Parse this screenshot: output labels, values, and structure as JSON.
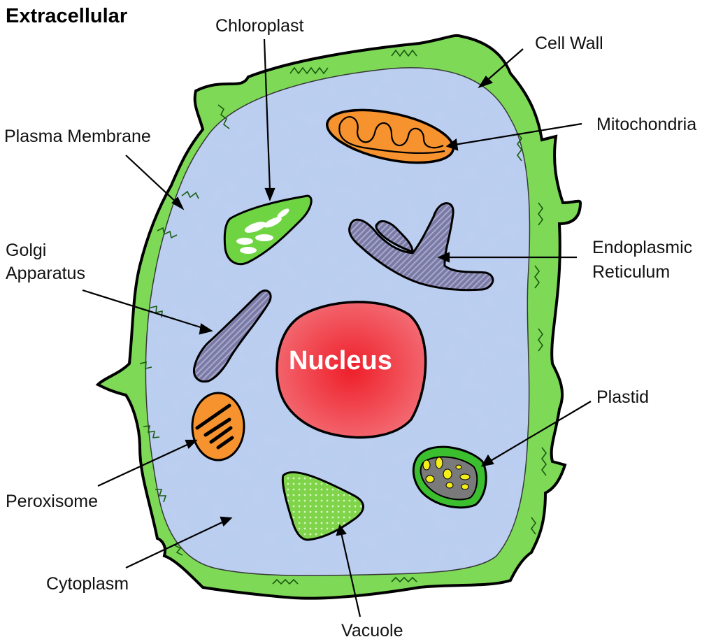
{
  "title": "Extracellular",
  "labels": {
    "chloroplast": "Chloroplast",
    "cell_wall": "Cell Wall",
    "plasma_membrane": "Plasma Membrane",
    "mitochondria": "Mitochondria",
    "golgi_line1": "Golgi",
    "golgi_line2": "Apparatus",
    "er_line1": "Endoplasmic",
    "er_line2": "Reticulum",
    "nucleus": "Nucleus",
    "plastid": "Plastid",
    "peroxisome": "Peroxisome",
    "cytoplasm": "Cytoplasm",
    "vacuole": "Vacuole"
  },
  "colors": {
    "cell_wall": "#7ed957",
    "cytoplasm": "#b9cdf0",
    "nucleus": "#f04c55",
    "mitochondria": "#f7932f",
    "chloroplast": "#6fd442",
    "er": "#7f7fa8",
    "plastid_outer": "#3bbf2f",
    "plastid_inner": "#7a7a7a",
    "plastid_grana": "#f5ee1a",
    "vacuole": "#7fd44a"
  }
}
